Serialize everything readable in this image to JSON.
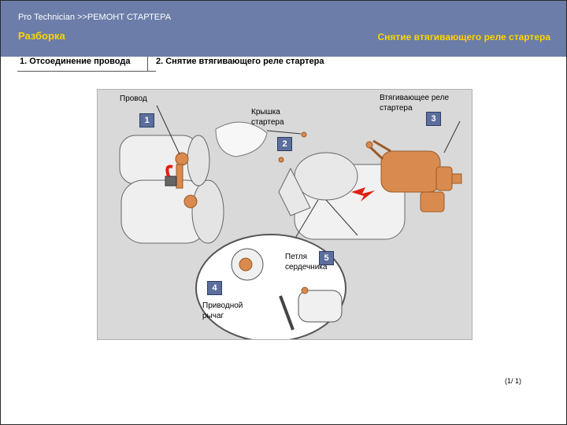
{
  "header": {
    "title": "Pro Technician >>РЕМОНТ СТАРТЕРА",
    "section": "Разборка",
    "subtitle": "Снятие втягивающего реле стартера"
  },
  "steps": [
    {
      "label": "1. Отсоединение провода"
    },
    {
      "label": "2. Снятие втягивающего реле стартера"
    }
  ],
  "figure": {
    "labels": {
      "wire": "Провод",
      "cover": "Крышка\nстартера",
      "relay": "Втягивающее реле\nстартера",
      "loop": "Петля\nсердечника",
      "lever": "Приводной\nрычаг"
    },
    "badges": [
      "1",
      "2",
      "3",
      "4",
      "5"
    ],
    "colors": {
      "copper": "#d98a4e",
      "badge": "#5b6e9c",
      "arrow": "#e02010"
    }
  },
  "pagination": "(1/ 1)"
}
